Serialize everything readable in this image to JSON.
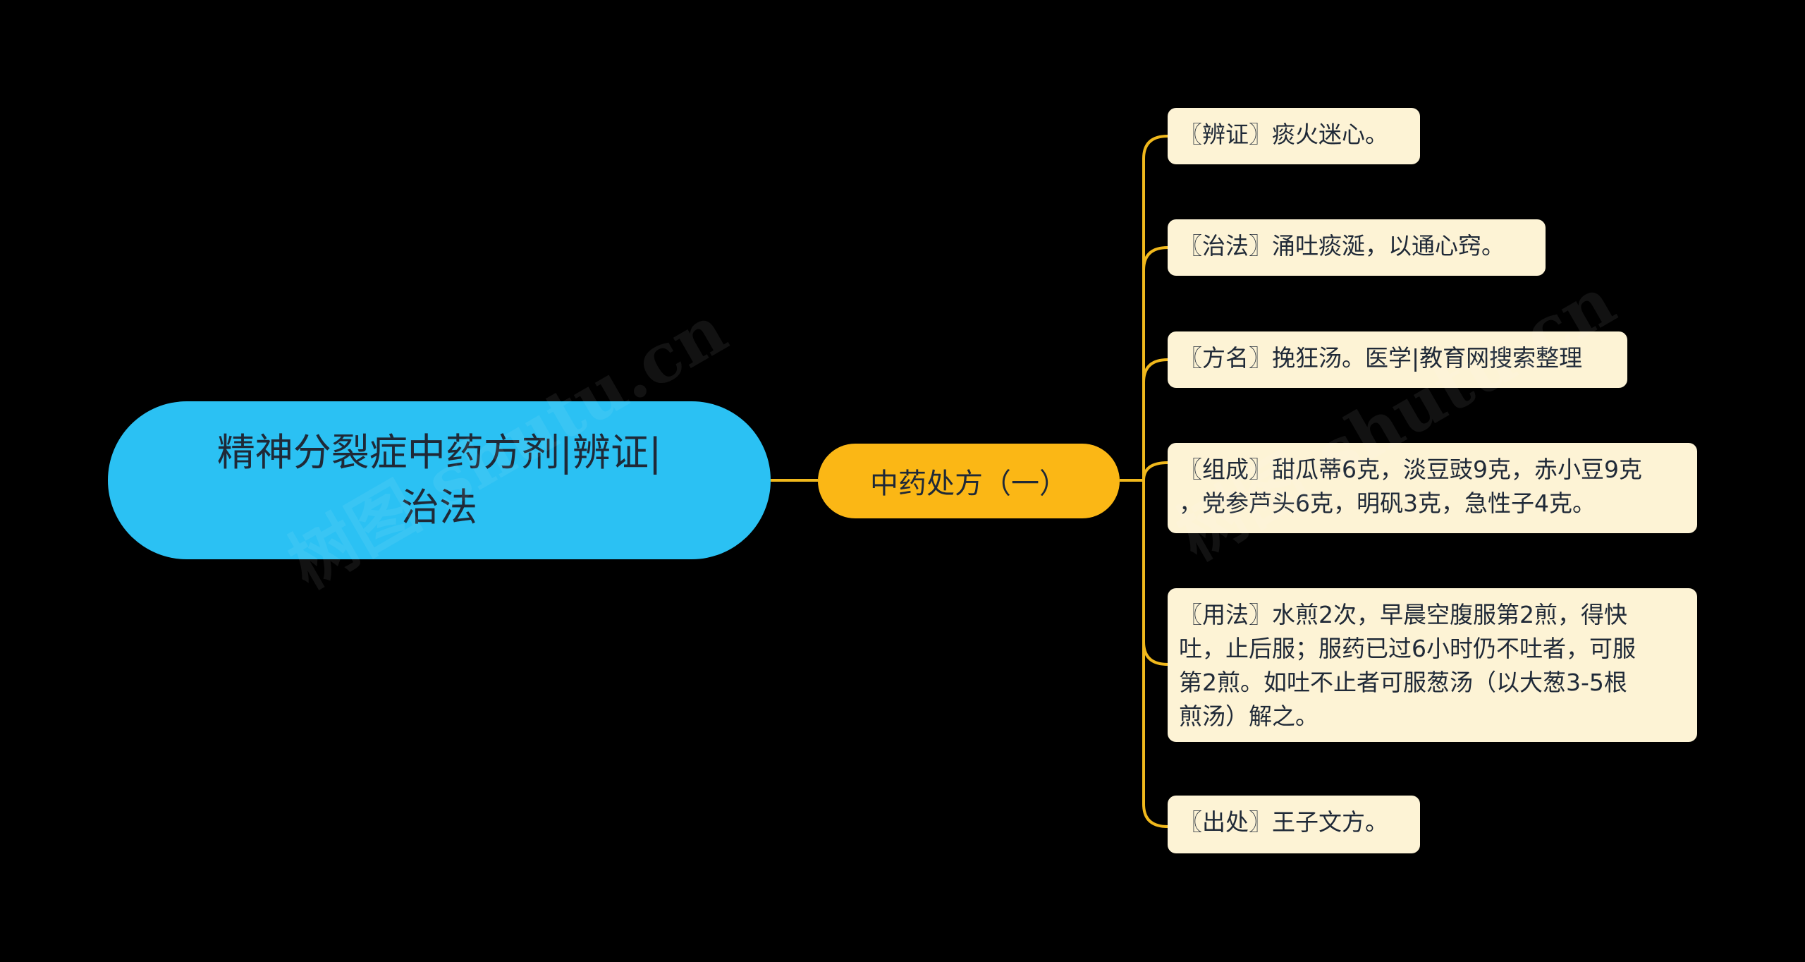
{
  "mindmap": {
    "root": {
      "line1": "精神分裂症中药方剂|辨证|",
      "line2": "治法"
    },
    "branch": {
      "label": "中药处方（一）"
    },
    "leaves": [
      {
        "lines": [
          "〖辨证〗痰火迷心。"
        ]
      },
      {
        "lines": [
          "〖治法〗涌吐痰涎，以通心窍。"
        ]
      },
      {
        "lines": [
          "〖方名〗挽狂汤。医学|教育网搜索整理"
        ]
      },
      {
        "lines": [
          "〖组成〗甜瓜蒂6克，淡豆豉9克，赤小豆9克",
          "，党参芦头6克，明矾3克，急性子4克。"
        ]
      },
      {
        "lines": [
          "〖用法〗水煎2次，早晨空腹服第2煎，得快",
          "吐，止后服；服药已过6小时仍不吐者，可服",
          "第2煎。如吐不止者可服葱汤（以大葱3-5根",
          "煎汤）解之。"
        ]
      },
      {
        "lines": [
          "〖出处〗王子文方。"
        ]
      }
    ],
    "colors": {
      "background": "#000000",
      "root_fill": "#2bc1f3",
      "branch_fill": "#fbb715",
      "leaf_fill": "#fdf3d5",
      "connector": "#f0b81c",
      "text": "#1f2937"
    }
  },
  "watermark": {
    "text": "树图 shutu.cn"
  }
}
